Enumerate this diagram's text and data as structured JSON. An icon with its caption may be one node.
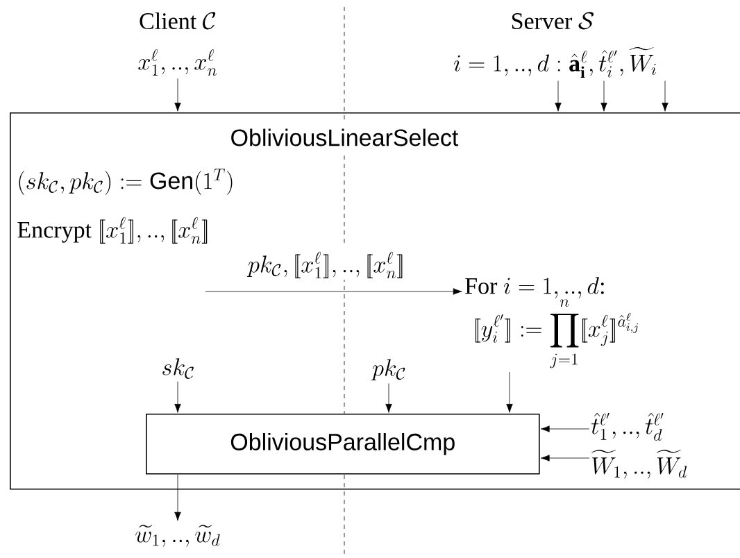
{
  "diagram": {
    "nodes": [
      {
        "text": [
          "x_1^\\ell, .., x_n^\\ell"
        ]
      },
      {
        "text": [
          "i = 1, .., d : \\hat{\\mathbf{a}}_{\\mathbf{i}}^\\ell, \\hat{t}_i^{\\ell'}, \\widetilde{W}_i"
        ]
      },
      {
        "text": [
          "ObliviousLinearSelect",
          "(sk_{\\mathcal{C}}, pk_{\\mathcal{C}}) := \\mathsf{Gen}(1^T)",
          "\\text{Encrypt } [\\![ x_1^\\ell ]\\!], .., [\\![ x_n^\\ell ]\\!]"
        ]
      },
      {
        "text": [
          "\\text{For } i = 1, .., d\\text{:}",
          "[\\![ y_i^{\\ell'} ]\\!] := \\prod_{j=1}^{n} [\\![ x_j^\\ell ]\\!]^{\\hat{a}_{i,j}^\\ell}"
        ],
        "in": 2
      },
      {
        "text": [
          "sk_{\\mathcal{C}}"
        ],
        "in": 2
      },
      {
        "text": [
          "pk_{\\mathcal{C}}"
        ],
        "in": 2
      },
      {
        "text": [
          "ObliviousParallelCmp"
        ],
        "in": 2
      },
      {
        "text": [
          "\\hat{t}_1^{\\ell'}, .., \\hat{t}_d^{\\ell'}"
        ],
        "in": 2
      },
      {
        "text": [
          "\\widetilde{W}_1, .., \\widetilde{W}_d"
        ],
        "in": 2
      },
      {
        "text": [
          "\\widetilde{w}_1, .., \\widetilde{w}_d"
        ]
      }
    ],
    "edges": [
      {
        "from": 0,
        "to": 2,
        "arrow": "to"
      },
      {
        "from": 1,
        "to": 2,
        "arrow": "to"
      },
      {
        "from": 1,
        "to": 2,
        "arrow": "to"
      },
      {
        "from": 1,
        "to": 2,
        "arrow": "to"
      },
      {
        "from": null,
        "to": 3,
        "arrow": "to",
        "label": "pk_{\\mathcal{C}}, [\\![ x_1^\\ell ]\\!], .., [\\![ x_n^\\ell ]\\!]"
      },
      {
        "from": 4,
        "to": 6,
        "arrow": "to"
      },
      {
        "from": 5,
        "to": 6,
        "arrow": "to"
      },
      {
        "from": 3,
        "to": 6,
        "arrow": "to"
      },
      {
        "from": 7,
        "to": 6,
        "arrow": "to"
      },
      {
        "from": 8,
        "to": 6,
        "arrow": "to"
      },
      {
        "from": 6,
        "to": 9,
        "arrow": "to"
      }
    ],
    "labels": [
      "\\text{Client } \\mathcal{C}",
      "\\text{Server } \\mathcal{S}"
    ]
  }
}
